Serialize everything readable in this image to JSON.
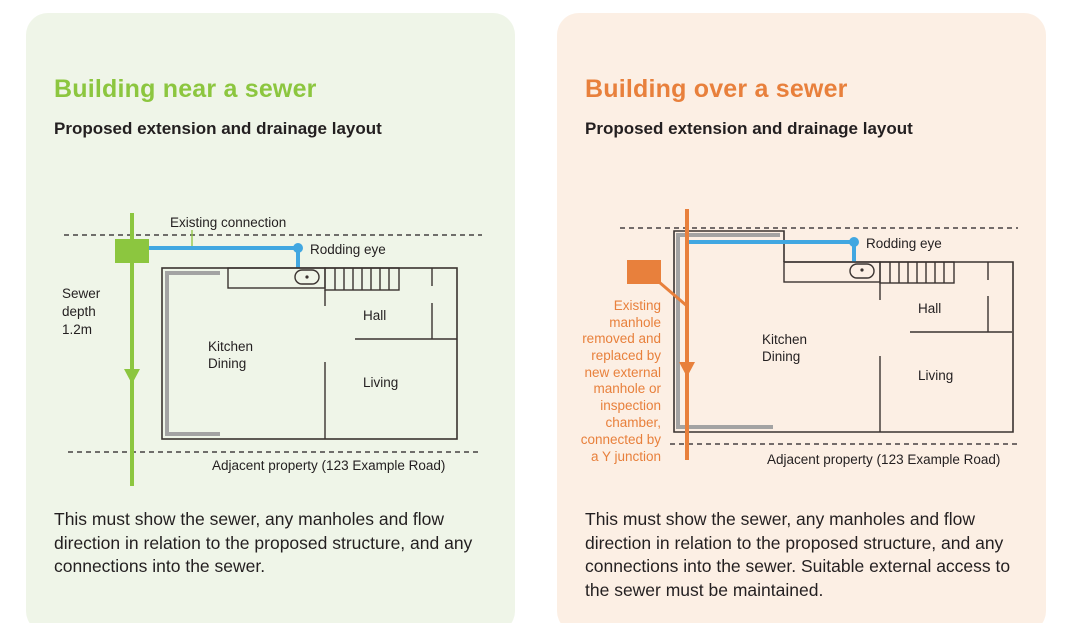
{
  "panels": [
    {
      "title": "Building near a sewer",
      "subtitle": "Proposed extension and drainage layout",
      "diagram": {
        "labels": {
          "existing_connection": "Existing connection",
          "rodding_eye": "Rodding eye",
          "sewer_depth_line1": "Sewer",
          "sewer_depth_line2": "depth",
          "sewer_depth_line3": "1.2m",
          "hall": "Hall",
          "kitchen": "Kitchen",
          "dining": "Dining",
          "living": "Living",
          "adjacent_property": "Adjacent property (123 Example Road)"
        }
      },
      "description": "This must show the sewer, any manholes and flow direction in relation to the proposed structure, and any connections into the sewer."
    },
    {
      "title": "Building over a sewer",
      "subtitle": "Proposed extension and drainage layout",
      "diagram": {
        "labels": {
          "rodding_eye": "Rodding eye",
          "annotation_lines": [
            "Existing",
            "manhole",
            "removed and",
            "replaced by",
            "new external",
            "manhole or",
            "inspection",
            "chamber,",
            "connected by",
            "a Y junction"
          ],
          "hall": "Hall",
          "kitchen": "Kitchen",
          "dining": "Dining",
          "living": "Living",
          "adjacent_property": "Adjacent property (123 Example Road)"
        }
      },
      "description": "This must show the sewer, any manholes and flow direction in relation to the proposed structure, and any connections into the sewer. Suitable external access to the sewer must be maintained."
    }
  ],
  "colors": {
    "green": "#8cc63f",
    "orange": "#e8803c",
    "blue_pipe": "#41a7e1",
    "wall": "#3a3330",
    "extension_wall": "#a3a3a3",
    "green_bg": "#eff5e8",
    "orange_bg": "#fcefe4"
  }
}
